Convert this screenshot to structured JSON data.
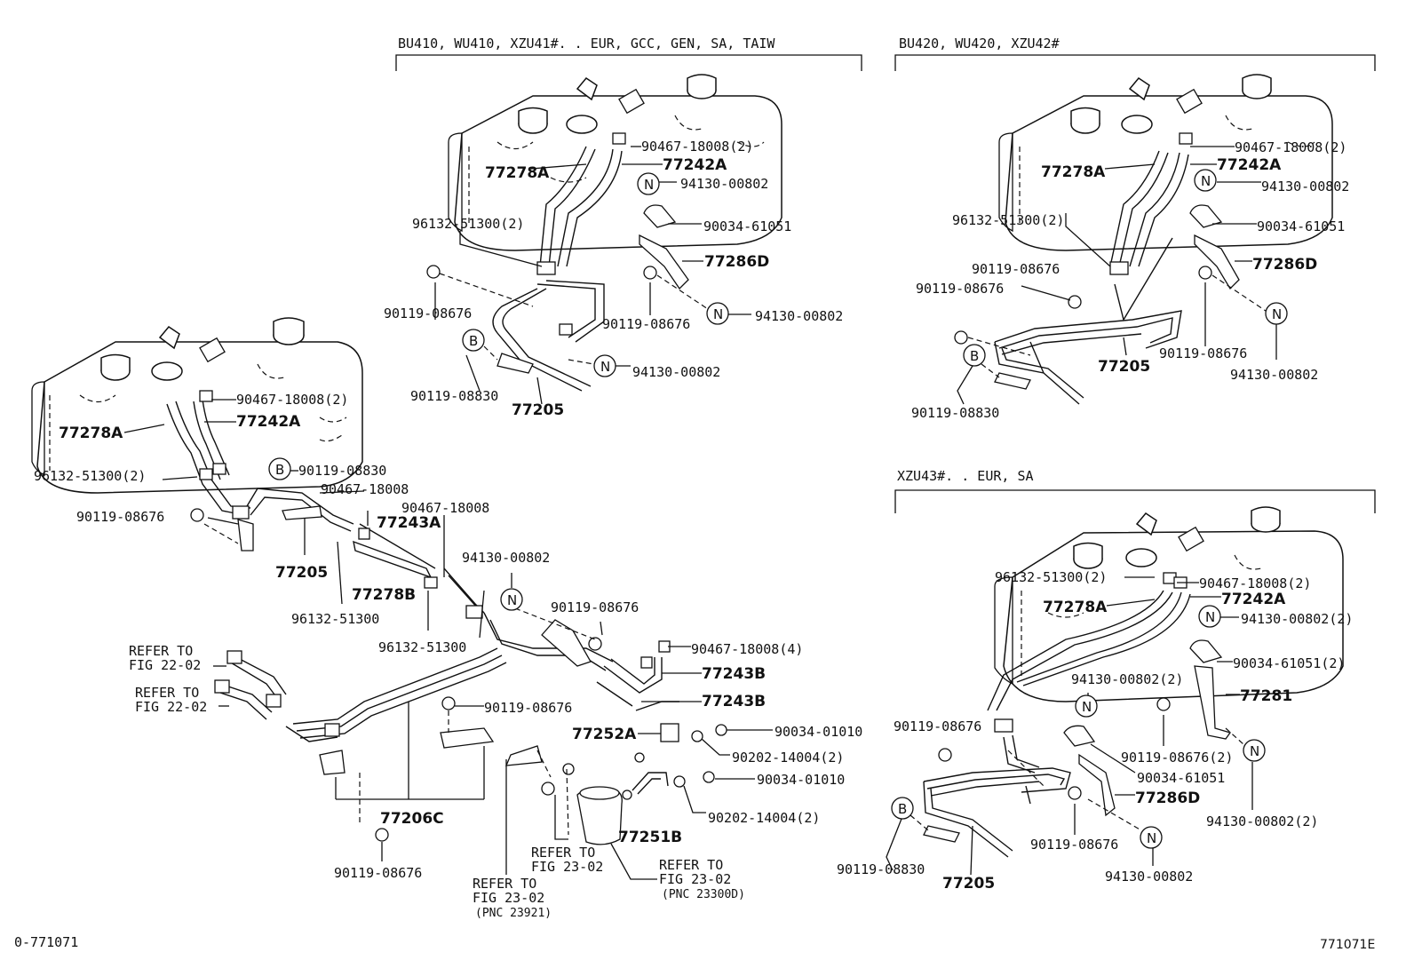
{
  "sections": {
    "a": "BU410, WU410, XZU41#. . EUR, GCC, GEN, SA, TAIW",
    "b": "BU420, WU420, XZU42#",
    "c": "XZU43#. . EUR, SA"
  },
  "refs": {
    "r1a": "REFER TO",
    "r1b": "FIG 22-02",
    "r2a": "REFER TO",
    "r2b": "FIG 22-02",
    "r3a": "REFER TO",
    "r3b": "FIG 23-02",
    "r4a": "REFER TO",
    "r4b": "FIG 23-02",
    "r4c": "(PNC 23300D)",
    "r5a": "REFER TO",
    "r5b": "FIG 23-02",
    "r5c": "(PNC 23921)"
  },
  "footer": {
    "left": "0-771071",
    "right": "771071E"
  },
  "labels": {
    "a1": "90467-18008(2)",
    "a2": "77278A",
    "a3": "77242A",
    "a4": "94130-00802",
    "a5": "96132-51300(2)",
    "a6": "90034-61051",
    "a7": "77286D",
    "a8": "90119-08676",
    "a9": "90119-08676",
    "a10": "94130-00802",
    "a11": "90119-08830",
    "a12": "77205",
    "a13": "94130-00802",
    "m1": "90467-18008(2)",
    "m2": "77278A",
    "m3": "77242A",
    "m4": "96132-51300(2)",
    "m5": "90119-08830",
    "m6": "90467-18008",
    "m7": "90467-18008",
    "m8": "77243A",
    "m9": "90119-08676",
    "m10": "77205",
    "m11": "77278B",
    "m12": "96132-51300",
    "m13": "94130-00802",
    "m14": "96132-51300",
    "m15": "90119-08676",
    "m16": "90467-18008(4)",
    "m17": "77243B",
    "m18": "77243B",
    "m19": "90119-08676",
    "m20": "77252A",
    "m21": "90034-01010",
    "m22": "90202-14004(2)",
    "m23": "90034-01010",
    "m24": "90202-14004(2)",
    "m25": "77206C",
    "m26": "77251B",
    "m27": "90119-08676",
    "b1": "90467-18008(2)",
    "b2": "77278A",
    "b3": "77242A",
    "b4": "94130-00802",
    "b5": "96132-51300(2)",
    "b6": "90034-61051",
    "b7": "90119-08676",
    "b8": "77286D",
    "b9": "90119-08676",
    "b10": "77205",
    "b11": "90119-08676",
    "b12": "94130-00802",
    "b13": "90119-08830",
    "c1": "96132-51300(2)",
    "c2": "90467-18008(2)",
    "c3": "77278A",
    "c4": "77242A",
    "c5": "94130-00802(2)",
    "c6": "90034-61051(2)",
    "c7": "94130-00802(2)",
    "c8": "77281",
    "c9": "90119-08676",
    "c10": "90119-08676(2)",
    "c11": "90034-61051",
    "c12": "77286D",
    "c13": "94130-00802(2)",
    "c14": "90119-08676",
    "c15": "90119-08830",
    "c16": "77205",
    "c17": "94130-00802"
  },
  "markers": {
    "n": "N",
    "b": "B"
  }
}
